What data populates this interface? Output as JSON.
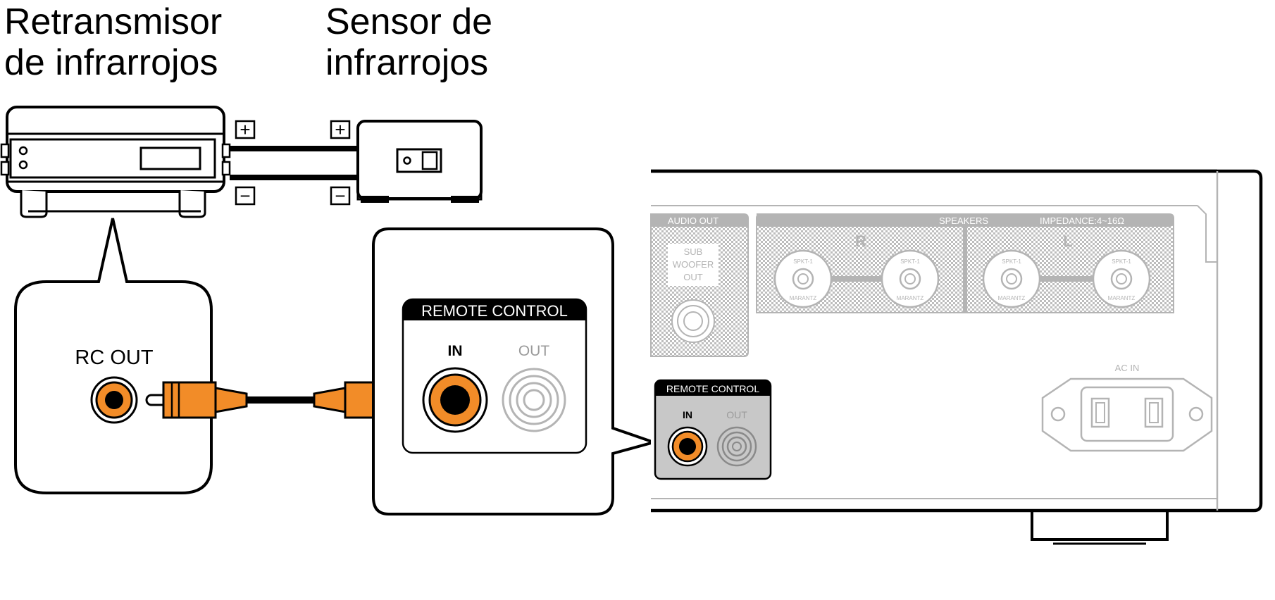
{
  "titles": {
    "transmitter_line1": "Retransmisor",
    "transmitter_line2": "de infrarrojos",
    "sensor_line1": "Sensor de",
    "sensor_line2": "infrarrojos"
  },
  "transmitter_callout": {
    "jack_label": "RC OUT"
  },
  "remote_panel": {
    "title": "REMOTE CONTROL",
    "in_label": "IN",
    "out_label": "OUT"
  },
  "rear_panel": {
    "audio_out_title": "AUDIO OUT",
    "sub_line1": "SUB",
    "sub_line2": "WOOFER",
    "sub_line3": "OUT",
    "speakers_title": "SPEAKERS",
    "impedance": "IMPEDANCE:4~16Ω",
    "ch_right": "R",
    "ch_left": "L",
    "ac_in": "AC IN",
    "terminal_brand": "MARANTZ",
    "terminal_model": "SPKT-1",
    "remote_title": "REMOTE CONTROL",
    "remote_in": "IN",
    "remote_out": "OUT"
  },
  "polarity": {
    "plus": "+",
    "minus": "−"
  },
  "colors": {
    "plug_orange": "#f28c28",
    "panel_grey": "#c8c8c8",
    "ghost_line": "#b4b4b4",
    "ink": "#000000"
  }
}
